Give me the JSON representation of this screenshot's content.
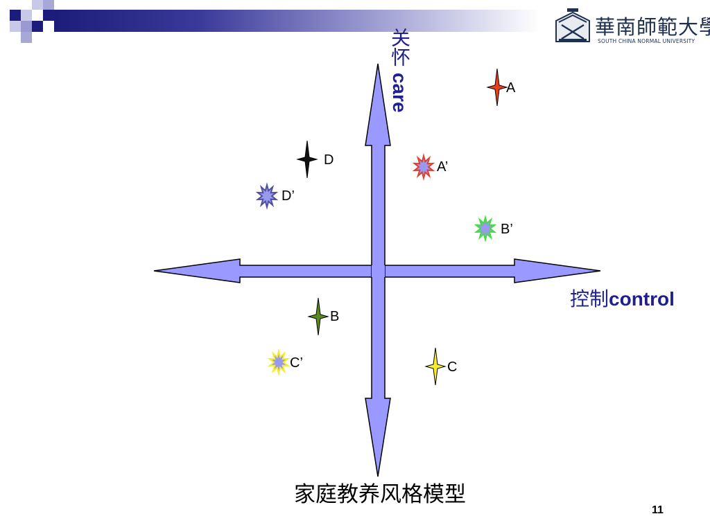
{
  "slide": {
    "title": "家庭教养风格模型",
    "page_number": "11"
  },
  "logo": {
    "name": "華南師範大學",
    "subtitle": "SOUTH CHINA NORMAL UNIVERSITY"
  },
  "axes": {
    "vertical": {
      "zh": "关怀",
      "en": "care"
    },
    "horizontal": {
      "zh": "控制",
      "en": "control"
    },
    "arrow_color": "#9999ff"
  },
  "points": [
    {
      "id": "A",
      "label": "A",
      "shape": "four-point-star",
      "color": "#e8401c"
    },
    {
      "id": "A2",
      "label": "A’",
      "shape": "burst",
      "color": "#e04030",
      "fill": "#9999ee"
    },
    {
      "id": "B",
      "label": "B",
      "shape": "four-point-star",
      "color": "#5a8a1c"
    },
    {
      "id": "B2",
      "label": "B’",
      "shape": "burst",
      "color": "#44dd44",
      "fill": "#9999ee"
    },
    {
      "id": "C",
      "label": "C",
      "shape": "four-point-star",
      "color": "#f5ee30"
    },
    {
      "id": "C2",
      "label": "C’",
      "shape": "burst",
      "color": "#f5ee30",
      "fill": "#9999ee"
    },
    {
      "id": "D",
      "label": "D",
      "shape": "four-point-star",
      "color": "#111111"
    },
    {
      "id": "D2",
      "label": "D’",
      "shape": "burst",
      "color": "#5050a0",
      "fill": "#9999ee"
    }
  ]
}
